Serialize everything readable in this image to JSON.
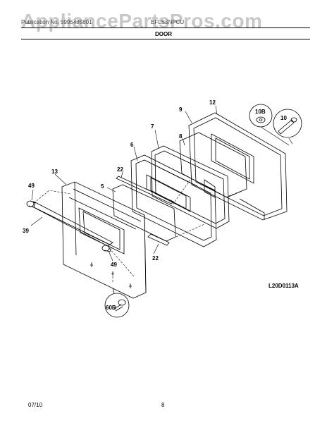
{
  "watermark": "AppliancePartsPros.com",
  "header": {
    "left_text": "Publication No. 5995435801",
    "right_text": "EFLS3NPCU",
    "section_title": "DOOR"
  },
  "diagram": {
    "code": "L20D0113A",
    "labels": {
      "p12": "12",
      "p9": "9",
      "p10B": "10B",
      "p10": "10",
      "p7": "7",
      "p8": "8",
      "p6": "6",
      "p22a": "22",
      "p13": "13",
      "p5": "5",
      "p49a": "49",
      "p39": "39",
      "p49b": "49",
      "p22b": "22",
      "p60B": "60B"
    }
  },
  "footer": {
    "date": "07/10",
    "page": "8"
  }
}
